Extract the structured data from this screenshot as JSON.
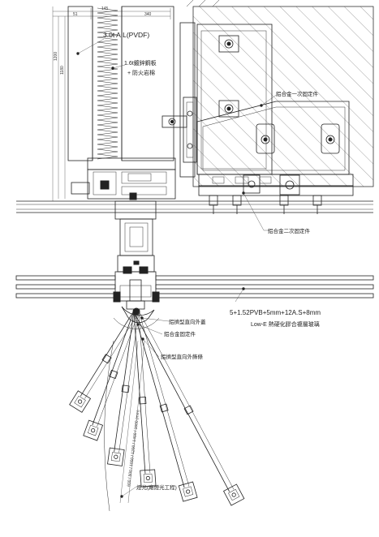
{
  "labels": {
    "panel_material": "3.0t A.L(PVDF)",
    "insulation_line1": "1.6t鍍鋅鋼板",
    "insulation_line2": "+ 防火岩棉",
    "bracket_primary": "鋁合金一次固定件",
    "bracket_secondary": "鋁合金二次固定件",
    "glass_line1": "5+1.52PVB+5mm+12A.S+8mm",
    "glass_line2": "Low-E 熱硬化膠合複層玻璃",
    "fin_cover": "鋁擠型直向外蓋",
    "fin_fixing": "鋁合金固定件",
    "fin_body": "鋁擠型直向外飾條",
    "lighting": "燈光(廠燈光工程)"
  },
  "dimensions": {
    "top_a": "51",
    "top_b": "145",
    "top_c": "340",
    "left_a": "1200",
    "left_b": "1180",
    "fin_lengths": "600 / 800 / 1000 / 1200 / 1400 / 1600 (mm)"
  }
}
